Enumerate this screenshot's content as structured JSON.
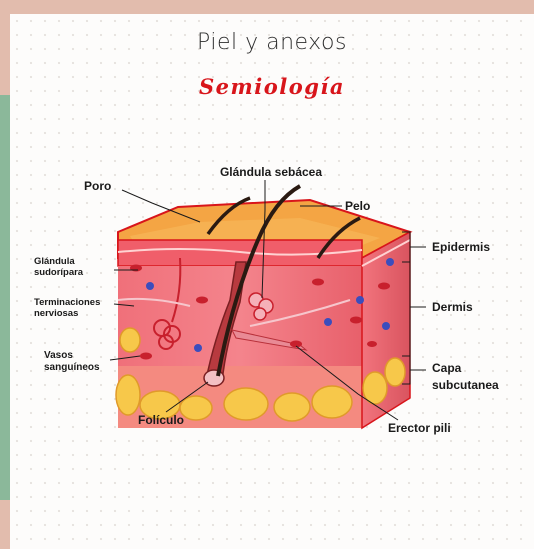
{
  "header": {
    "title": "Piel y anexos",
    "subtitle": "Semiología"
  },
  "labels": {
    "glandula_sebacea": "Glándula sebácea",
    "poro": "Poro",
    "pelo": "Pelo",
    "epidermis": "Epidermis",
    "glandula_sudoripara_1": "Glándula",
    "glandula_sudoripara_2": "sudorípara",
    "terminaciones_1": "Terminaciones",
    "terminaciones_2": "nerviosas",
    "dermis": "Dermis",
    "vasos_1": "Vasos",
    "vasos_2": "sanguíneos",
    "capa_1": "Capa",
    "capa_2": "subcutanea",
    "foliculo": "Folículo",
    "erector_pili": "Erector pili"
  },
  "colors": {
    "accent": "#d8151b",
    "background_frame": "#e2bcad",
    "side_band": "#8bb89a"
  }
}
